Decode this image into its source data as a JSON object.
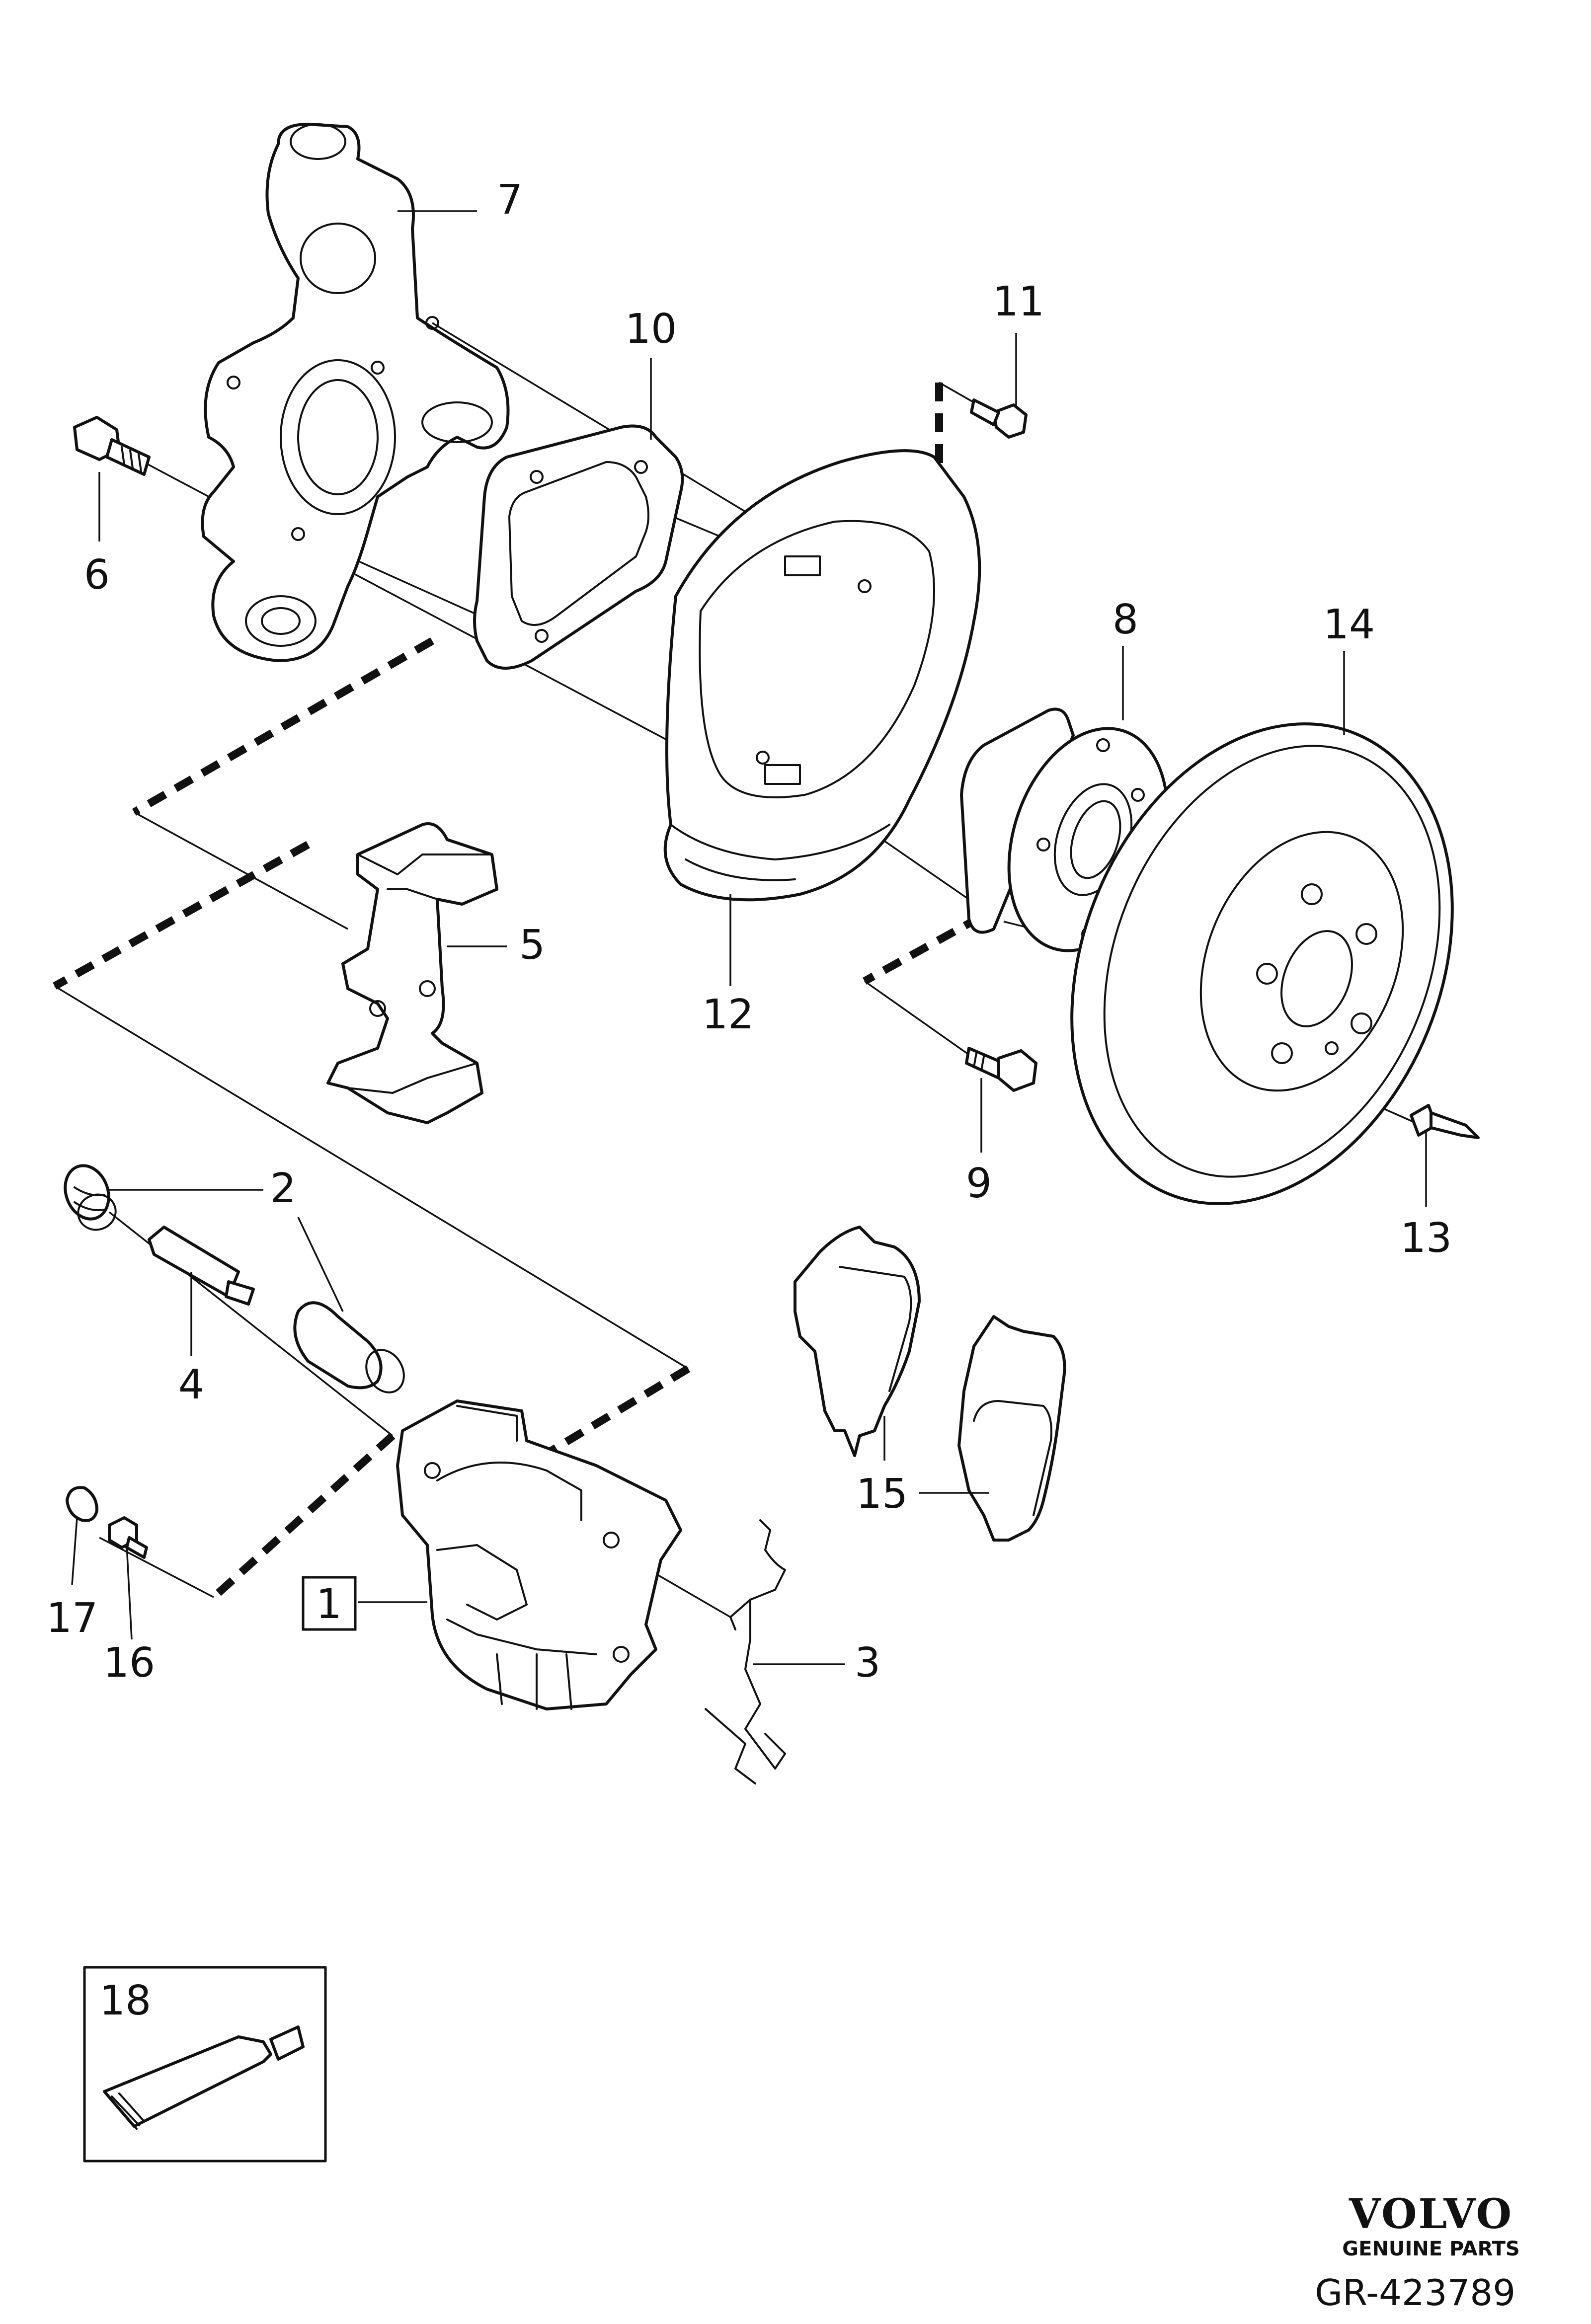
{
  "callouts": {
    "c1": "1",
    "c2": "2",
    "c3": "3",
    "c4": "4",
    "c5": "5",
    "c6": "6",
    "c7": "7",
    "c8": "8",
    "c9": "9",
    "c10": "10",
    "c11": "11",
    "c12": "12",
    "c13": "13",
    "c14": "14",
    "c15": "15",
    "c16": "16",
    "c17": "17",
    "c18": "18"
  },
  "footer": {
    "brand": "VOLVO",
    "brand_sub": "GENUINE PARTS",
    "ref": "GR-423789"
  }
}
